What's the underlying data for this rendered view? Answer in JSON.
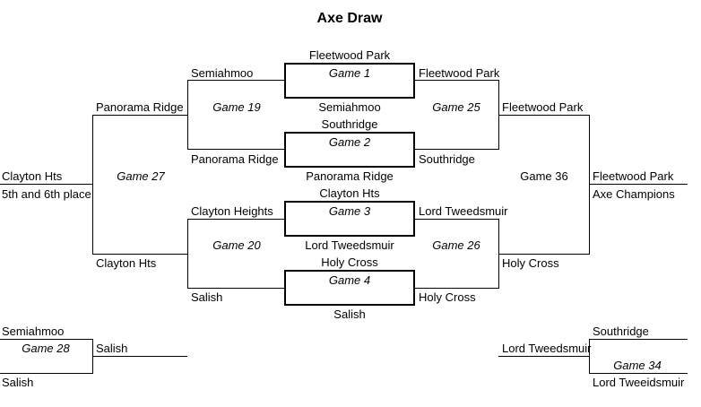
{
  "title": "Axe Draw",
  "game1": {
    "label": "Game 1",
    "top": "Fleetwood Park",
    "bottom": "Semiahmoo",
    "left": "Semiahmoo",
    "right": "Fleetwood Park"
  },
  "game2": {
    "label": "Game 2",
    "top": "Southridge",
    "bottom": "Panorama Ridge",
    "left": "Panorama Ridge",
    "right": "Southridge"
  },
  "game3": {
    "label": "Game 3",
    "top": "Clayton Hts",
    "bottom": "Lord Tweedsmuir",
    "left": "Clayton Heights",
    "right": "Lord Tweedsmuir"
  },
  "game4": {
    "label": "Game 4",
    "top": "Holy Cross",
    "bottom": "Salish",
    "left": "Salish",
    "right": "Holy Cross"
  },
  "game19": {
    "label": "Game 19",
    "winner": "Panorama Ridge"
  },
  "game20": {
    "label": "Game 20",
    "winner": "Clayton Hts"
  },
  "game25": {
    "label": "Game 25",
    "winner": "Fleetwood Park"
  },
  "game26": {
    "label": "Game 26",
    "winner": "Holy Cross"
  },
  "game27": {
    "label": "Game 27",
    "winner": "Clayton Hts",
    "caption": "5th and 6th place"
  },
  "game36": {
    "label": "Game 36",
    "winner": "Fleetwood Park",
    "caption": "Axe Champions"
  },
  "game28": {
    "label": "Game 28",
    "top": "Semiahmoo",
    "bottom": "Salish",
    "winner": "Salish"
  },
  "game34": {
    "label": "Game 34",
    "top": "Southridge",
    "bottom": "Lord Tweeidsmuir",
    "winner": "Lord Tweedsmuir"
  }
}
